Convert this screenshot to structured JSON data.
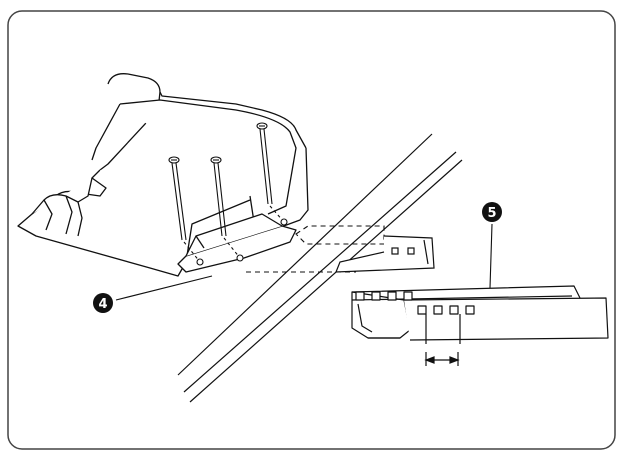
{
  "callouts": [
    {
      "id": "callout-4",
      "number": "4"
    },
    {
      "id": "callout-5",
      "number": "5"
    }
  ],
  "colors": {
    "line": "#111111",
    "frame": "#444444",
    "background": "#ffffff"
  }
}
